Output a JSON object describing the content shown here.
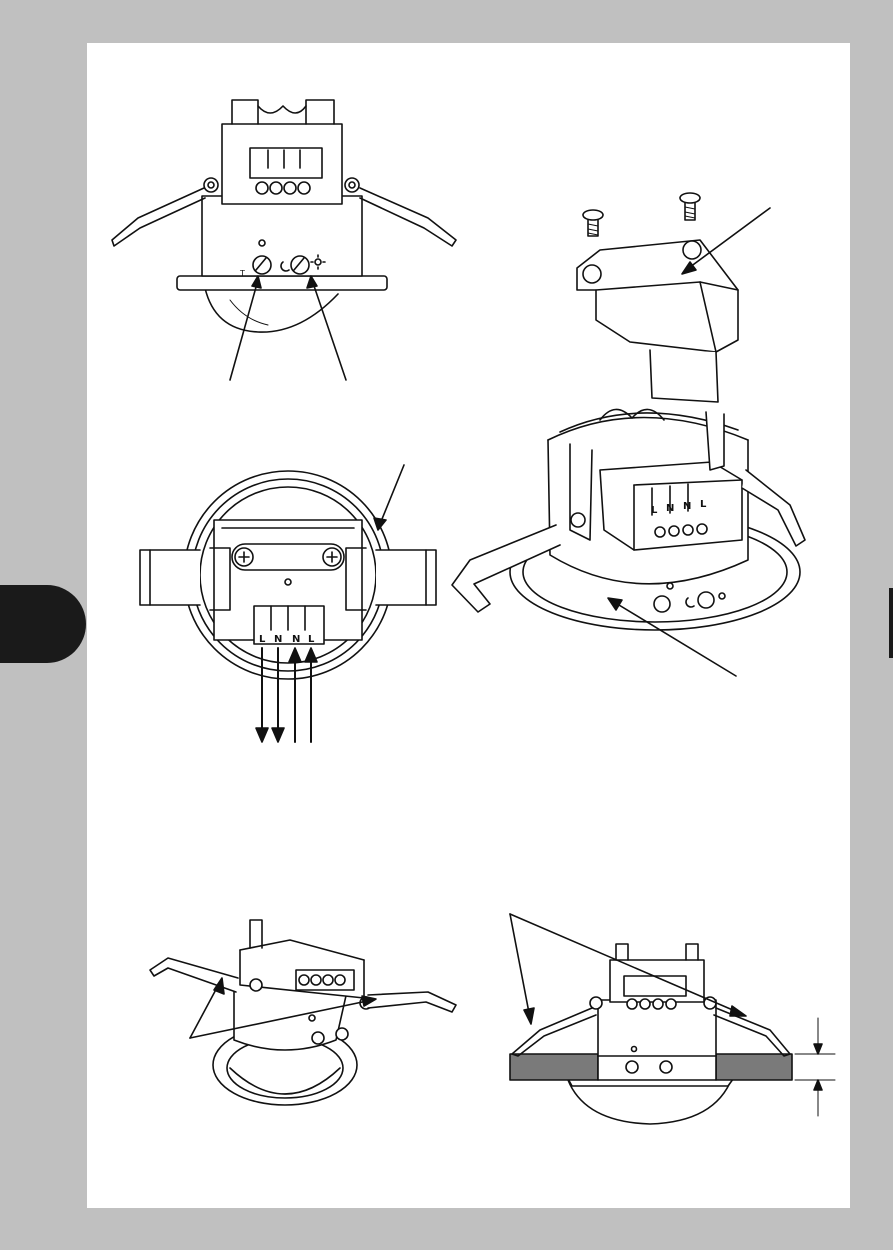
{
  "colors": {
    "background": "#c0c0c0",
    "page": "#ffffff",
    "tab": "#1a1a1a",
    "line": "#111111",
    "ceiling": "#7a7a7a"
  },
  "terminals": {
    "small": [
      "L",
      "N",
      "N",
      "L"
    ],
    "angled": [
      "L",
      "N",
      "N",
      "L"
    ]
  },
  "icons": {
    "time_dial": "time-dial-icon",
    "lux_dial": "lux-dial-icon",
    "moon": "moon-icon",
    "sun": "sun-icon"
  }
}
